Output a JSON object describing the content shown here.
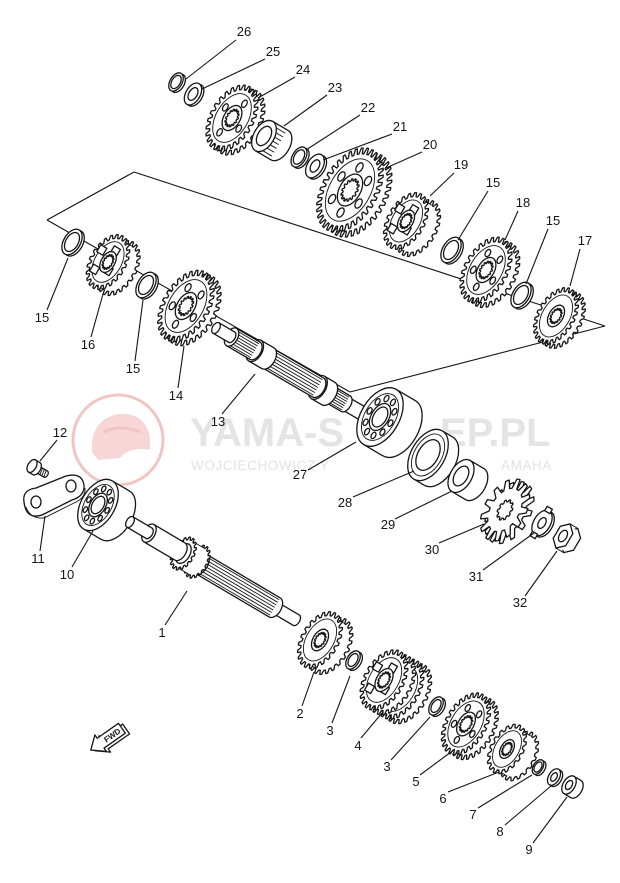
{
  "diagram": {
    "callouts": [
      "26",
      "25",
      "24",
      "23",
      "22",
      "21",
      "20",
      "19",
      "15",
      "18",
      "15",
      "17",
      "15",
      "16",
      "15",
      "14",
      "13",
      "12",
      "27",
      "28",
      "29",
      "30",
      "11",
      "10",
      "31",
      "32",
      "1",
      "2",
      "3",
      "4",
      "3",
      "5",
      "6",
      "7",
      "8",
      "9"
    ],
    "fwd_label": "FWD"
  },
  "watermark": {
    "brand_left": "YAMA-S",
    "brand_right": "EP.PL",
    "sub_left": "WOJCIECHOWICZ Y",
    "sub_right": "AMAHA"
  },
  "colors": {
    "line": "#151515",
    "background": "#ffffff",
    "watermark_text": "#e4e4e4",
    "watermark_logo": "#f3c4c4"
  }
}
